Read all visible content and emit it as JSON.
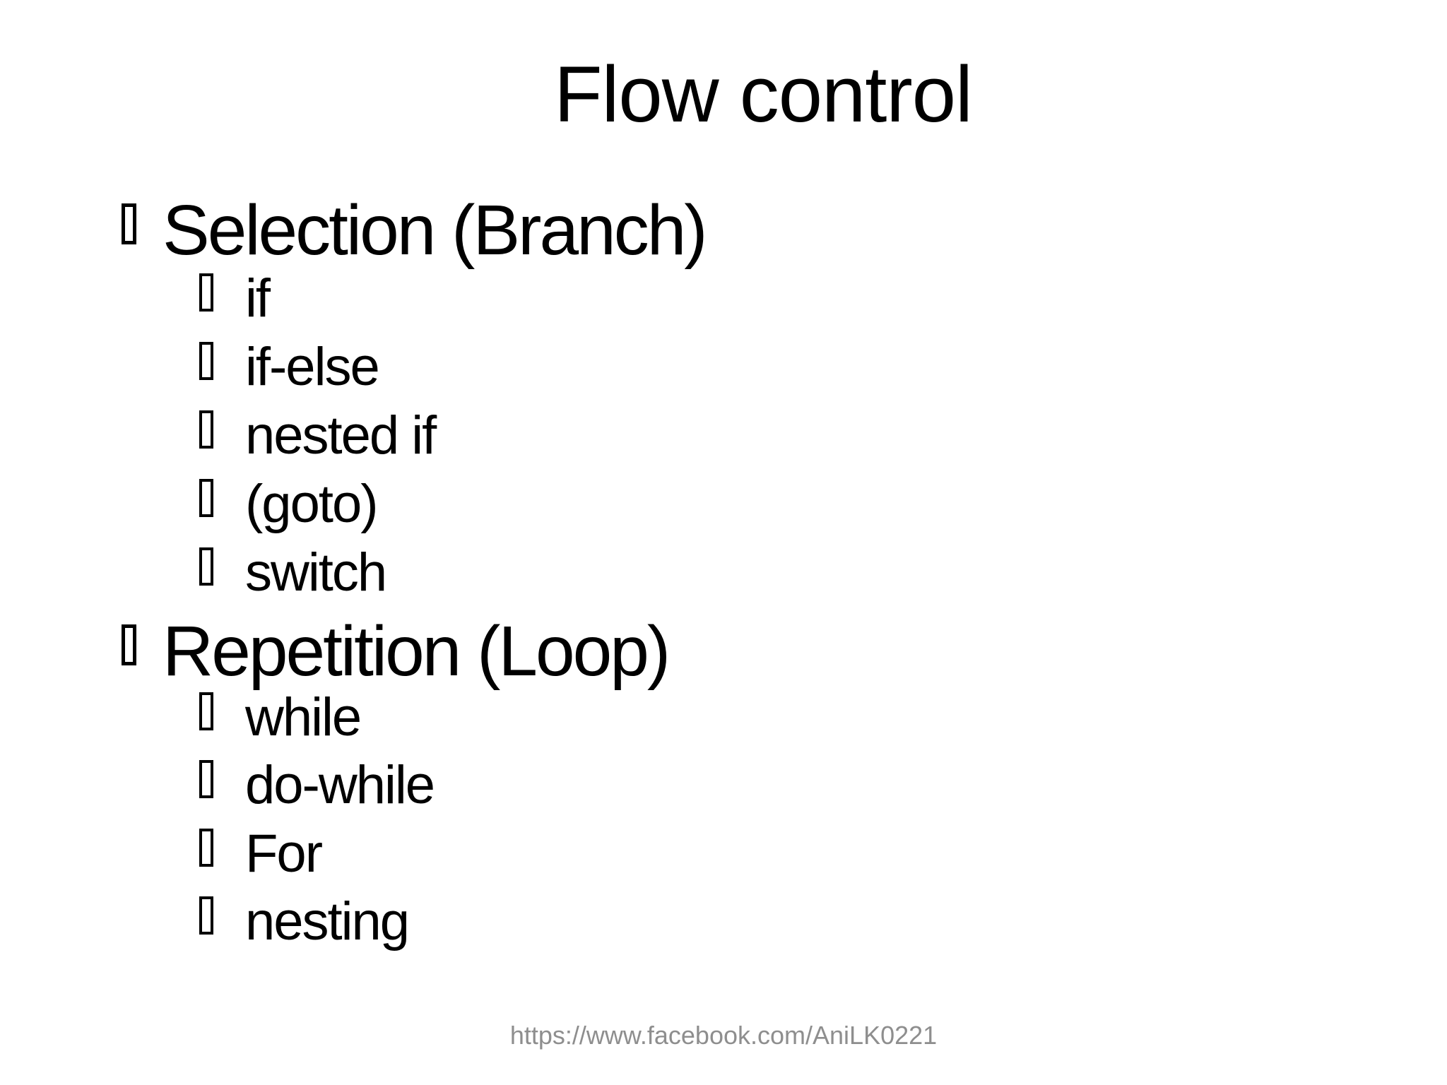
{
  "slide": {
    "title": "Flow control",
    "sections": [
      {
        "label": "Selection (Branch)",
        "items": [
          "if",
          "if-else",
          "nested if",
          "(goto)",
          "switch"
        ]
      },
      {
        "label": "Repetition (Loop)",
        "items": [
          "while",
          "do-while",
          "For",
          "nesting"
        ]
      }
    ],
    "footer_url": "https://www.facebook.com/AniLK0221",
    "bullet_glyph": "missing-glyph-box",
    "colors": {
      "background": "#ffffff",
      "text": "#000000",
      "footer_text": "#8e8e8e"
    }
  }
}
